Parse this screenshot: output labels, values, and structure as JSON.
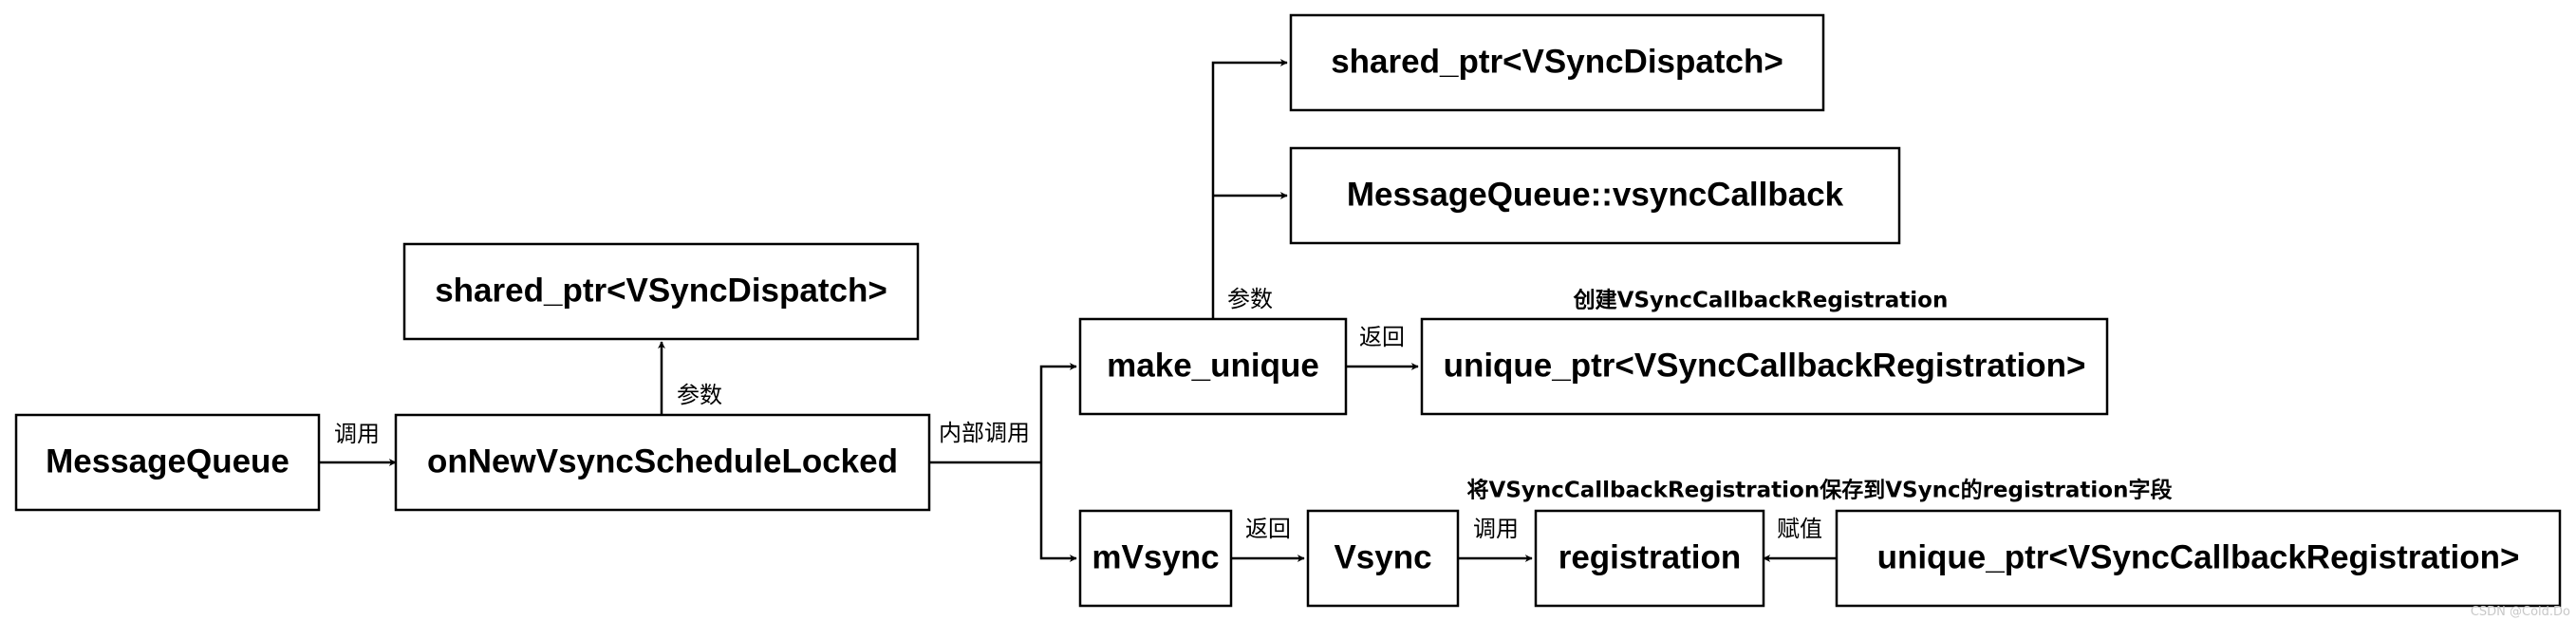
{
  "nodes": {
    "message_queue": "MessageQueue",
    "on_new_vsync": "onNewVsyncScheduleLocked",
    "shared_ptr_left": "shared_ptr<VSyncDispatch>",
    "make_unique": "make_unique",
    "shared_ptr_top": "shared_ptr<VSyncDispatch>",
    "vsync_callback": "MessageQueue::vsyncCallback",
    "unique_ptr_top": "unique_ptr<VSyncCallbackRegistration>",
    "m_vsync": "mVsync",
    "vsync": "Vsync",
    "registration": "registration",
    "unique_ptr_bottom": "unique_ptr<VSyncCallbackRegistration>"
  },
  "edge_labels": {
    "call_1": "调用",
    "param_1": "参数",
    "internal_call": "内部调用",
    "param_2": "参数",
    "return_1": "返回",
    "return_2": "返回",
    "call_2": "调用",
    "assign": "赋值"
  },
  "notes": {
    "create_registration": "创建VSyncCallbackRegistration",
    "save_registration": "将VSyncCallbackRegistration保存到VSync的registration字段"
  },
  "watermark": "CSDN @Cold.Do",
  "colors": {
    "stroke": "#000000",
    "background": "#ffffff"
  }
}
